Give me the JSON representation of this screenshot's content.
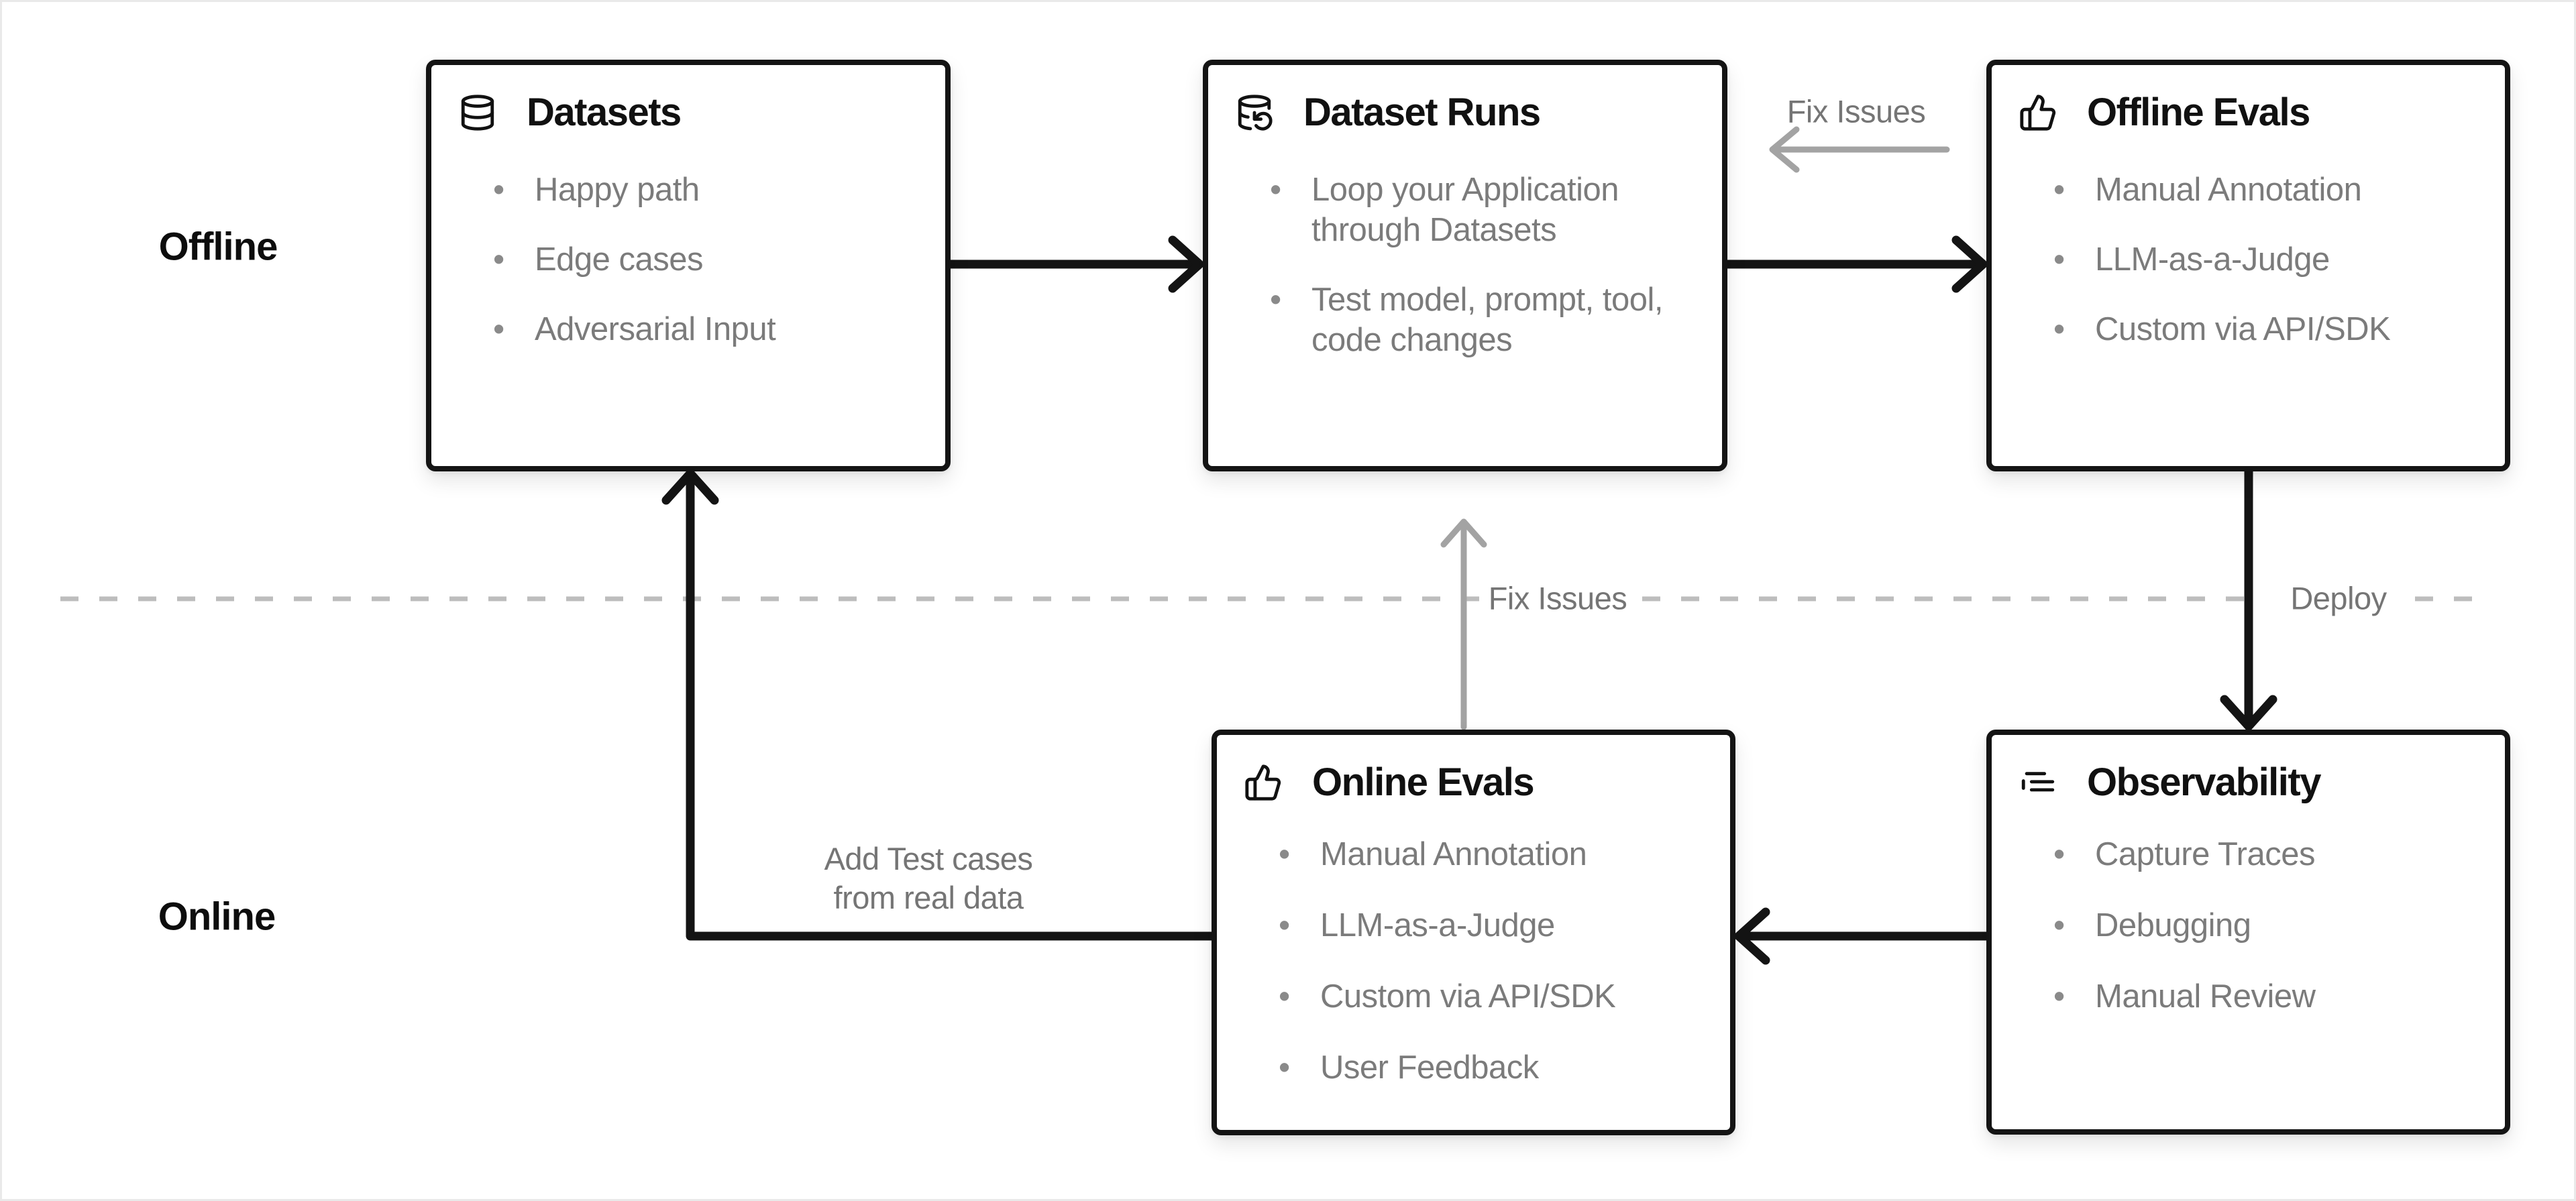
{
  "diagram": {
    "lanes": {
      "offline": "Offline",
      "online": "Online"
    },
    "boxes": [
      {
        "title": "Datasets",
        "icon": "database-icon",
        "items": [
          "Happy path",
          "Edge cases",
          "Adversarial Input"
        ]
      },
      {
        "title": "Dataset Runs",
        "icon": "database-loop-icon",
        "items": [
          "Loop your Application through Datasets",
          "Test model, prompt, tool, code changes"
        ]
      },
      {
        "title": "Offline Evals",
        "icon": "thumbs-up-icon",
        "items": [
          "Manual Annotation",
          "LLM-as-a-Judge",
          "Custom via API/SDK"
        ]
      },
      {
        "title": "Online Evals",
        "icon": "thumbs-up-icon",
        "items": [
          "Manual Annotation",
          "LLM-as-a-Judge",
          "Custom via API/SDK",
          "User Feedback"
        ]
      },
      {
        "title": "Observability",
        "icon": "logs-icon",
        "items": [
          "Capture Traces",
          "Debugging",
          "Manual Review"
        ]
      }
    ],
    "edge_labels": {
      "fix_issues_top": "Fix Issues",
      "fix_issues_mid": "Fix Issues",
      "deploy": "Deploy",
      "add_test_cases_line1": "Add Test cases",
      "add_test_cases_line2": "from real data"
    },
    "colors": {
      "ink": "#141414",
      "muted_text": "#7b7b7b",
      "gray_arrow": "#a3a3a3",
      "dashed_line": "#bdbdbd",
      "background": "#ffffff"
    }
  }
}
